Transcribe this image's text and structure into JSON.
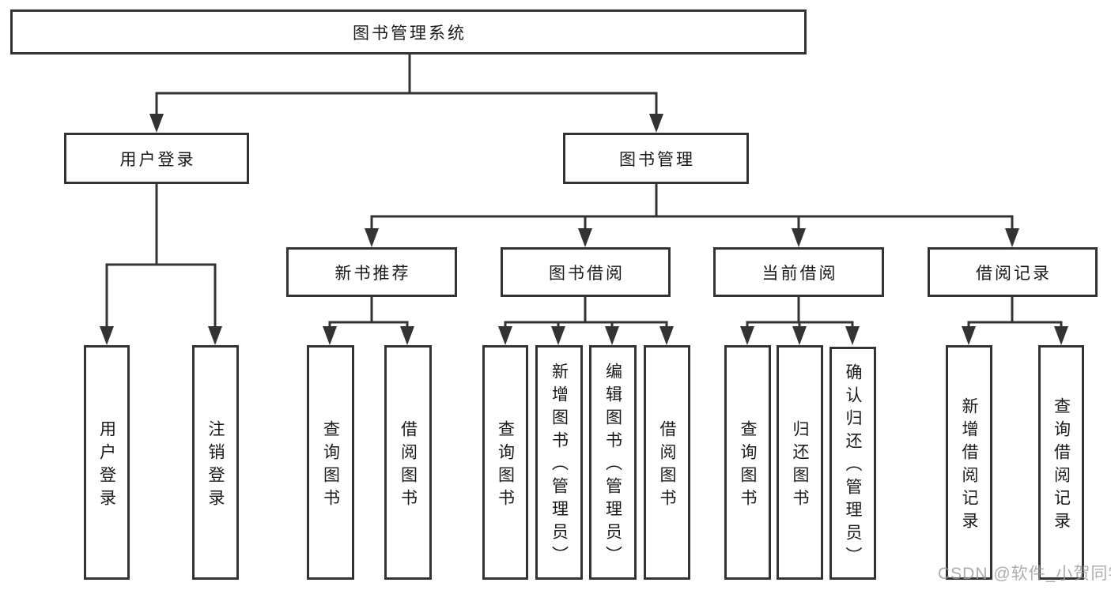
{
  "diagram_type": "hierarchy",
  "tree": {
    "root": {
      "label": "图书管理系统"
    },
    "branches": [
      {
        "label": "用户登录",
        "leaves": [
          {
            "label": "用户登录"
          },
          {
            "label": "注销登录"
          }
        ]
      },
      {
        "label": "图书管理",
        "groups": [
          {
            "label": "新书推荐",
            "leaves": [
              {
                "label": "查询图书"
              },
              {
                "label": "借阅图书"
              }
            ]
          },
          {
            "label": "图书借阅",
            "leaves": [
              {
                "label": "查询图书"
              },
              {
                "label": "新增图书（管理员）"
              },
              {
                "label": "编辑图书（管理员）"
              },
              {
                "label": "借阅图书"
              }
            ]
          },
          {
            "label": "当前借阅",
            "leaves": [
              {
                "label": "查询图书"
              },
              {
                "label": "归还图书"
              },
              {
                "label": "确认归还（管理员）"
              }
            ]
          },
          {
            "label": "借阅记录",
            "leaves": [
              {
                "label": "新增借阅记录"
              },
              {
                "label": "查询借阅记录"
              }
            ]
          }
        ]
      }
    ]
  },
  "watermark": {
    "text": "CSDN @软件_小贺同学"
  },
  "colors": {
    "line": "#333333",
    "box_border": "#333333",
    "box_fill": "#ffffff",
    "text": "#1a1a1a",
    "watermark": "#999999",
    "background": "#ffffff"
  }
}
